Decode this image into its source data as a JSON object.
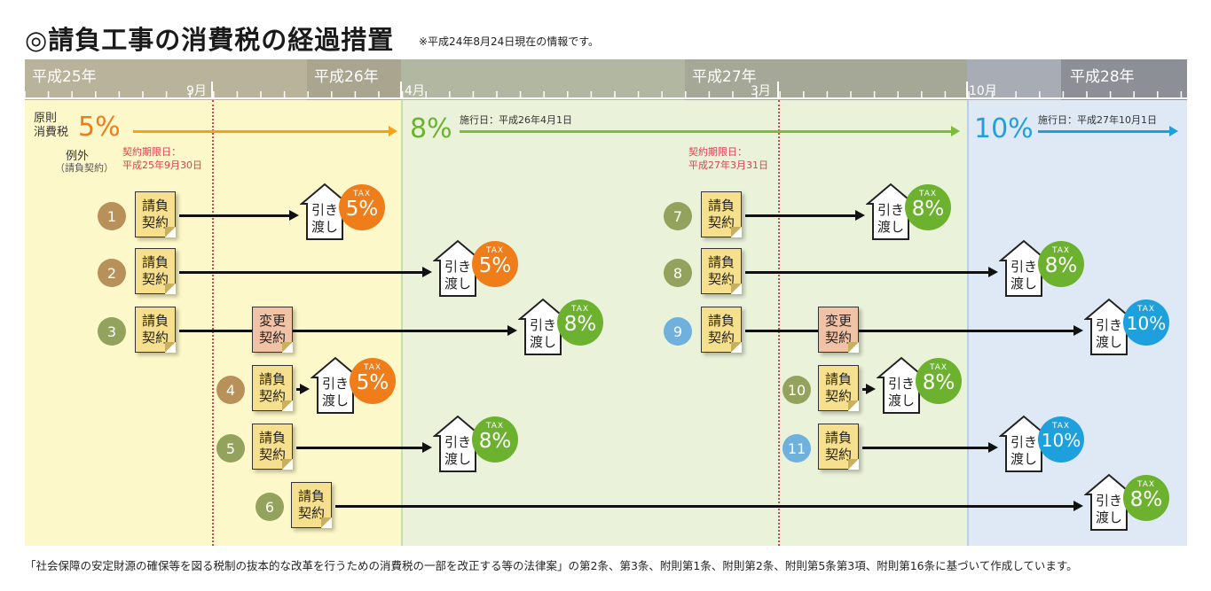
{
  "title": "◎請負工事の消費税の経過措置",
  "note": "※平成24年8月24日現在の情報です。",
  "timeline": {
    "years": [
      "平成25年",
      "平成26年",
      "平成27年",
      "平成28年"
    ],
    "months": [
      "9月",
      "4月",
      "3月",
      "10月"
    ]
  },
  "rates": {
    "principle_label_1": "原則",
    "principle_label_2": "消費税",
    "rate_5": "5%",
    "rate_8": "8%",
    "rate_10": "10%",
    "enforce_8": "施行日：平成26年4月1日",
    "enforce_10": "施行日：平成27年10月1日",
    "exception_label": "例外",
    "exception_sub": "（請負契約）",
    "deadline_label": "契約期限日：",
    "deadline_1": "平成25年9月30日",
    "deadline_2": "平成27年3月31日"
  },
  "labels": {
    "contract": "請負\n契約",
    "change": "変更\n契約",
    "delivery": "引き\n渡し",
    "tax": "TAX"
  },
  "cases": [
    {
      "no": "1",
      "tax": "5%"
    },
    {
      "no": "2",
      "tax": "5%"
    },
    {
      "no": "3",
      "tax": "8%"
    },
    {
      "no": "4",
      "tax": "5%"
    },
    {
      "no": "5",
      "tax": "8%"
    },
    {
      "no": "6",
      "tax": "8%"
    },
    {
      "no": "7",
      "tax": "8%"
    },
    {
      "no": "8",
      "tax": "8%"
    },
    {
      "no": "9",
      "tax": "10%"
    },
    {
      "no": "10",
      "tax": "8%"
    },
    {
      "no": "11",
      "tax": "10%"
    }
  ],
  "colors": {
    "orange": "#ee7d1a",
    "green": "#6cb22e",
    "blue": "#1ea0dc",
    "brown": "#b7905a",
    "olive": "#93a35d",
    "lightblue": "#6fb1dc"
  },
  "footer": "「社会保障の安定財源の確保等を図る税制の抜本的な改革を行うための消費税の一部を改正する等の法律案」の第2条、第3条、附則第1条、附則第2条、附則第5条第3項、附則第16条に基づいて作成しています。"
}
